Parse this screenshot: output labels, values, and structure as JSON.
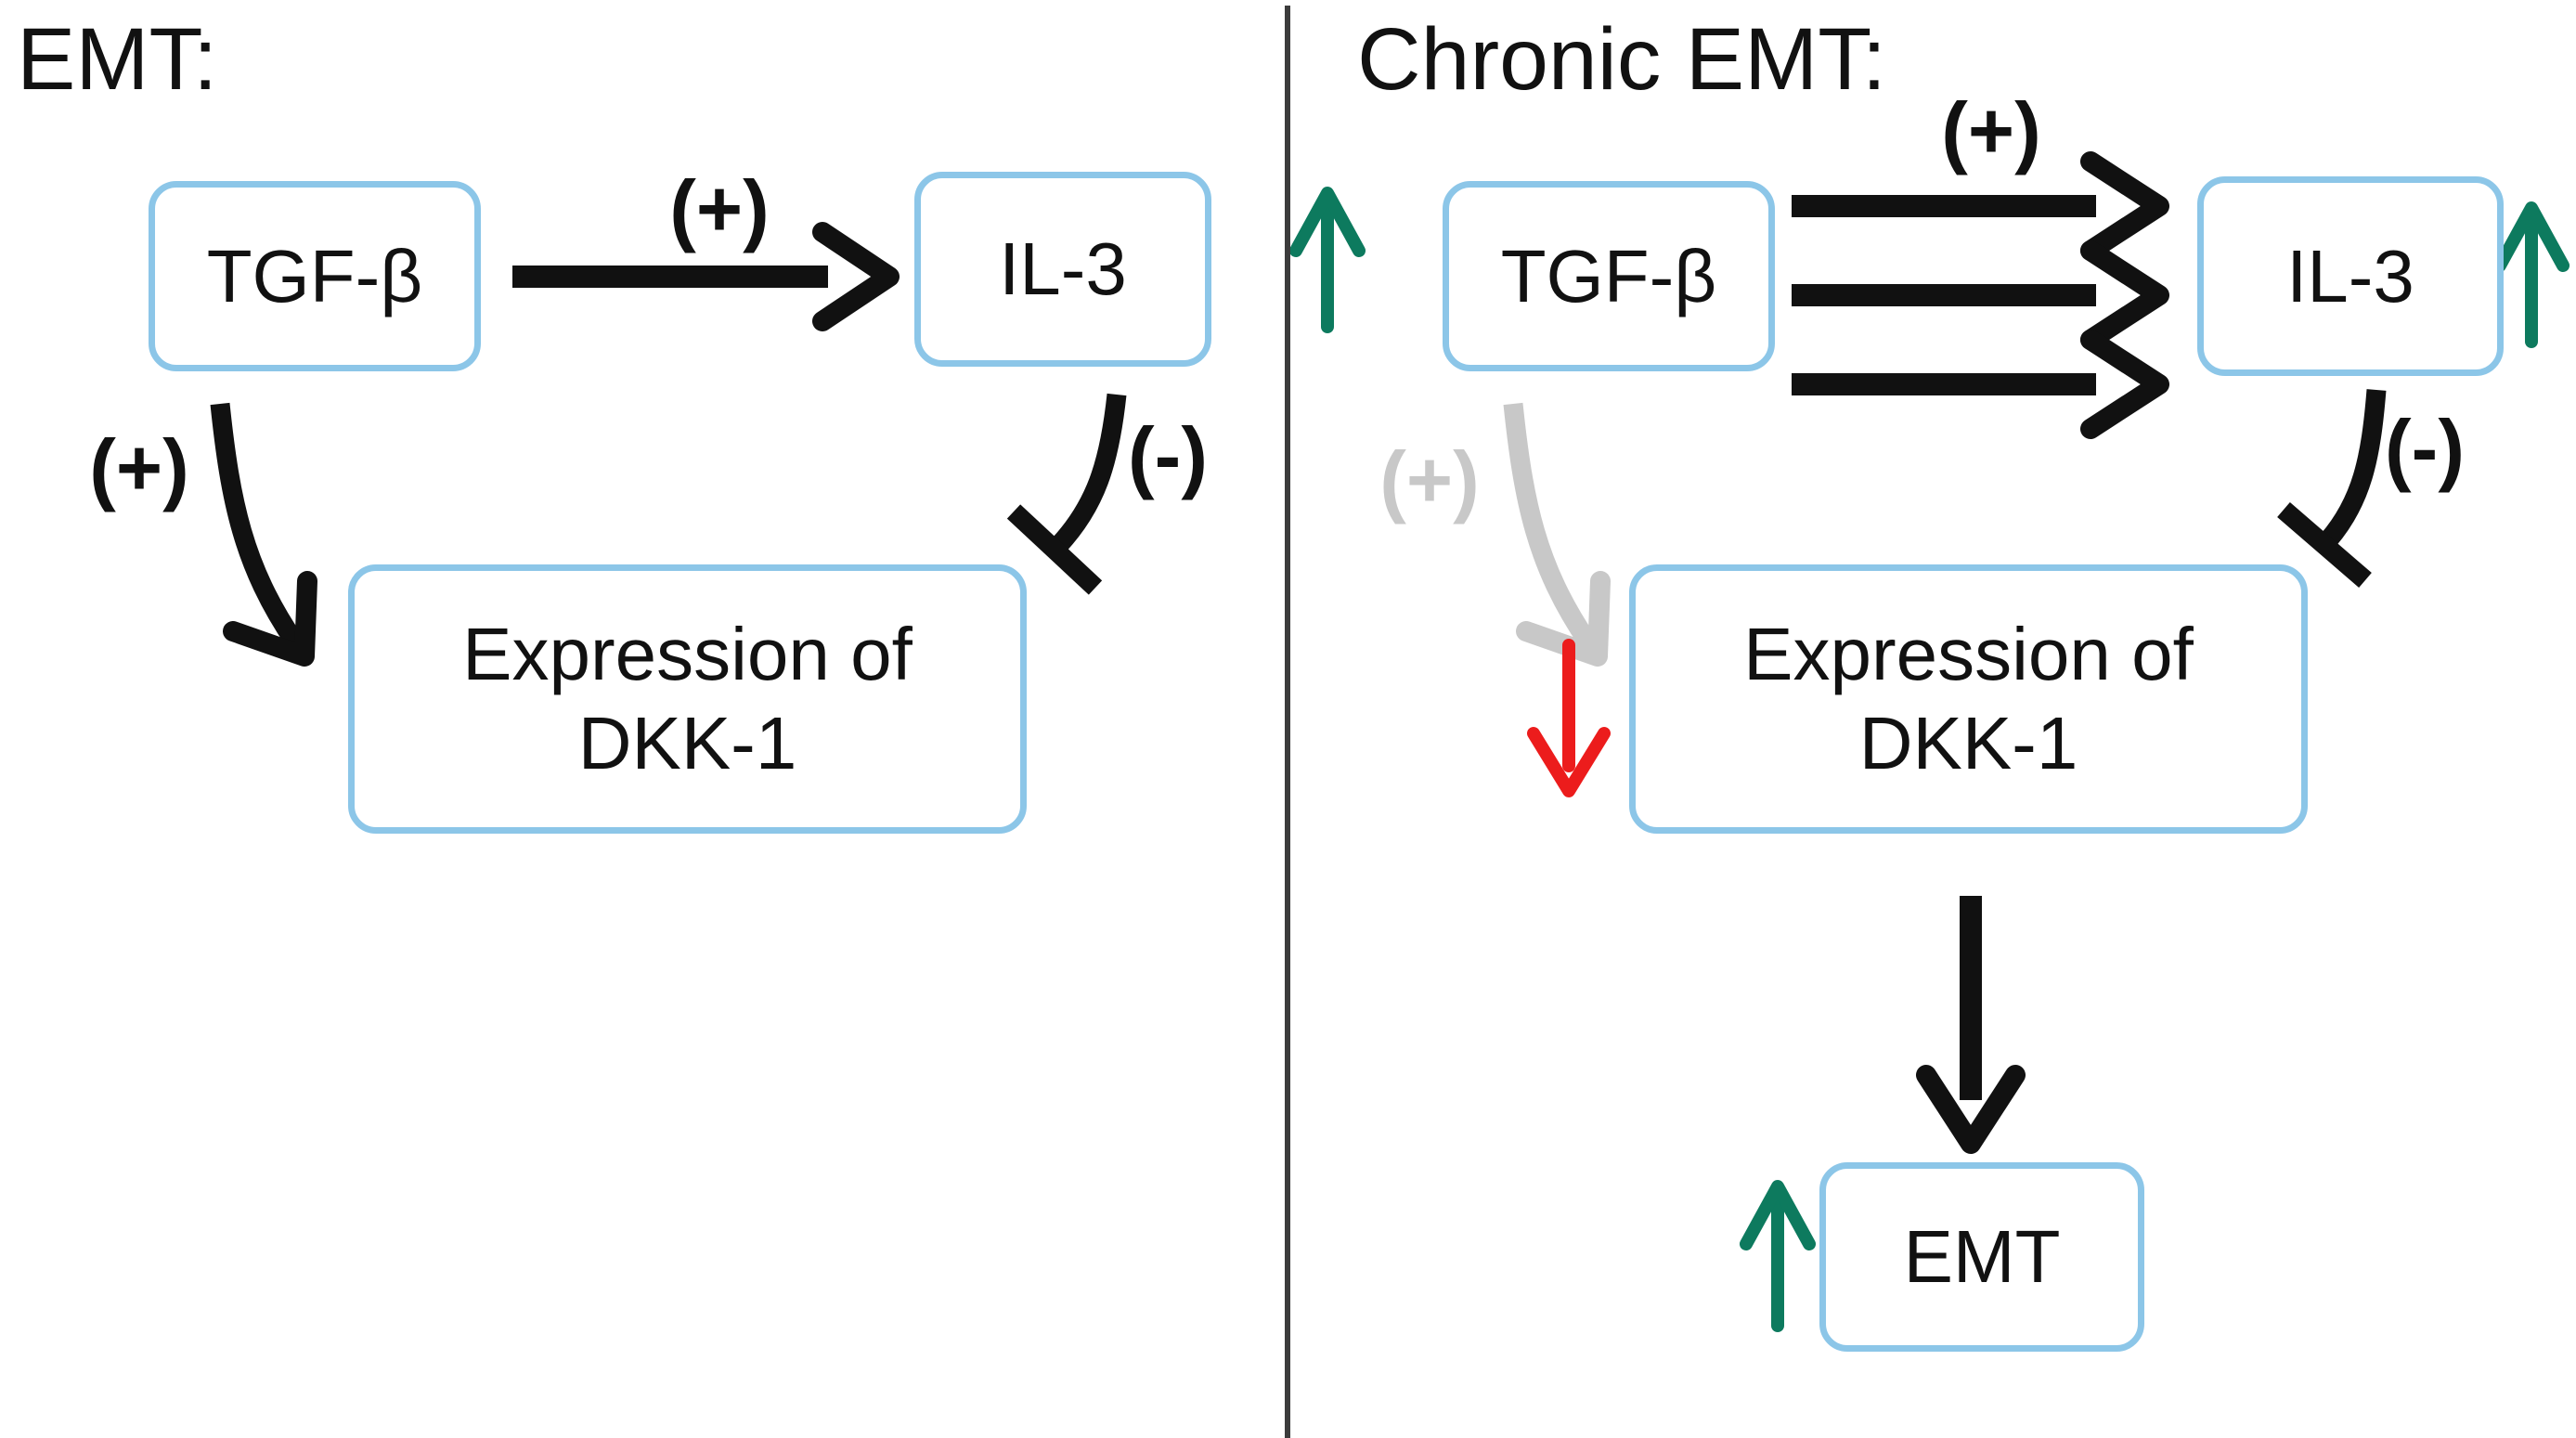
{
  "colors": {
    "box_border": "#8cc6e8",
    "green": "#0d7a5e",
    "red": "#ec1c1c",
    "gray": "#c8c8c8",
    "ink": "#111111",
    "divider": "#3c3c3c"
  },
  "left": {
    "title": "EMT:",
    "tgfb": "TGF-β",
    "il3": "IL-3",
    "dkk1_line1": "Expression of",
    "dkk1_line2": "DKK-1",
    "plus_top": "(+)",
    "plus_side": "(+)",
    "minus": "(-)"
  },
  "right": {
    "title": "Chronic EMT:",
    "tgfb": "TGF-β",
    "il3": "IL-3",
    "dkk1_line1": "Expression of",
    "dkk1_line2": "DKK-1",
    "emt": "EMT",
    "plus_top": "(+)",
    "plus_side": "(+)",
    "minus": "(-)"
  }
}
